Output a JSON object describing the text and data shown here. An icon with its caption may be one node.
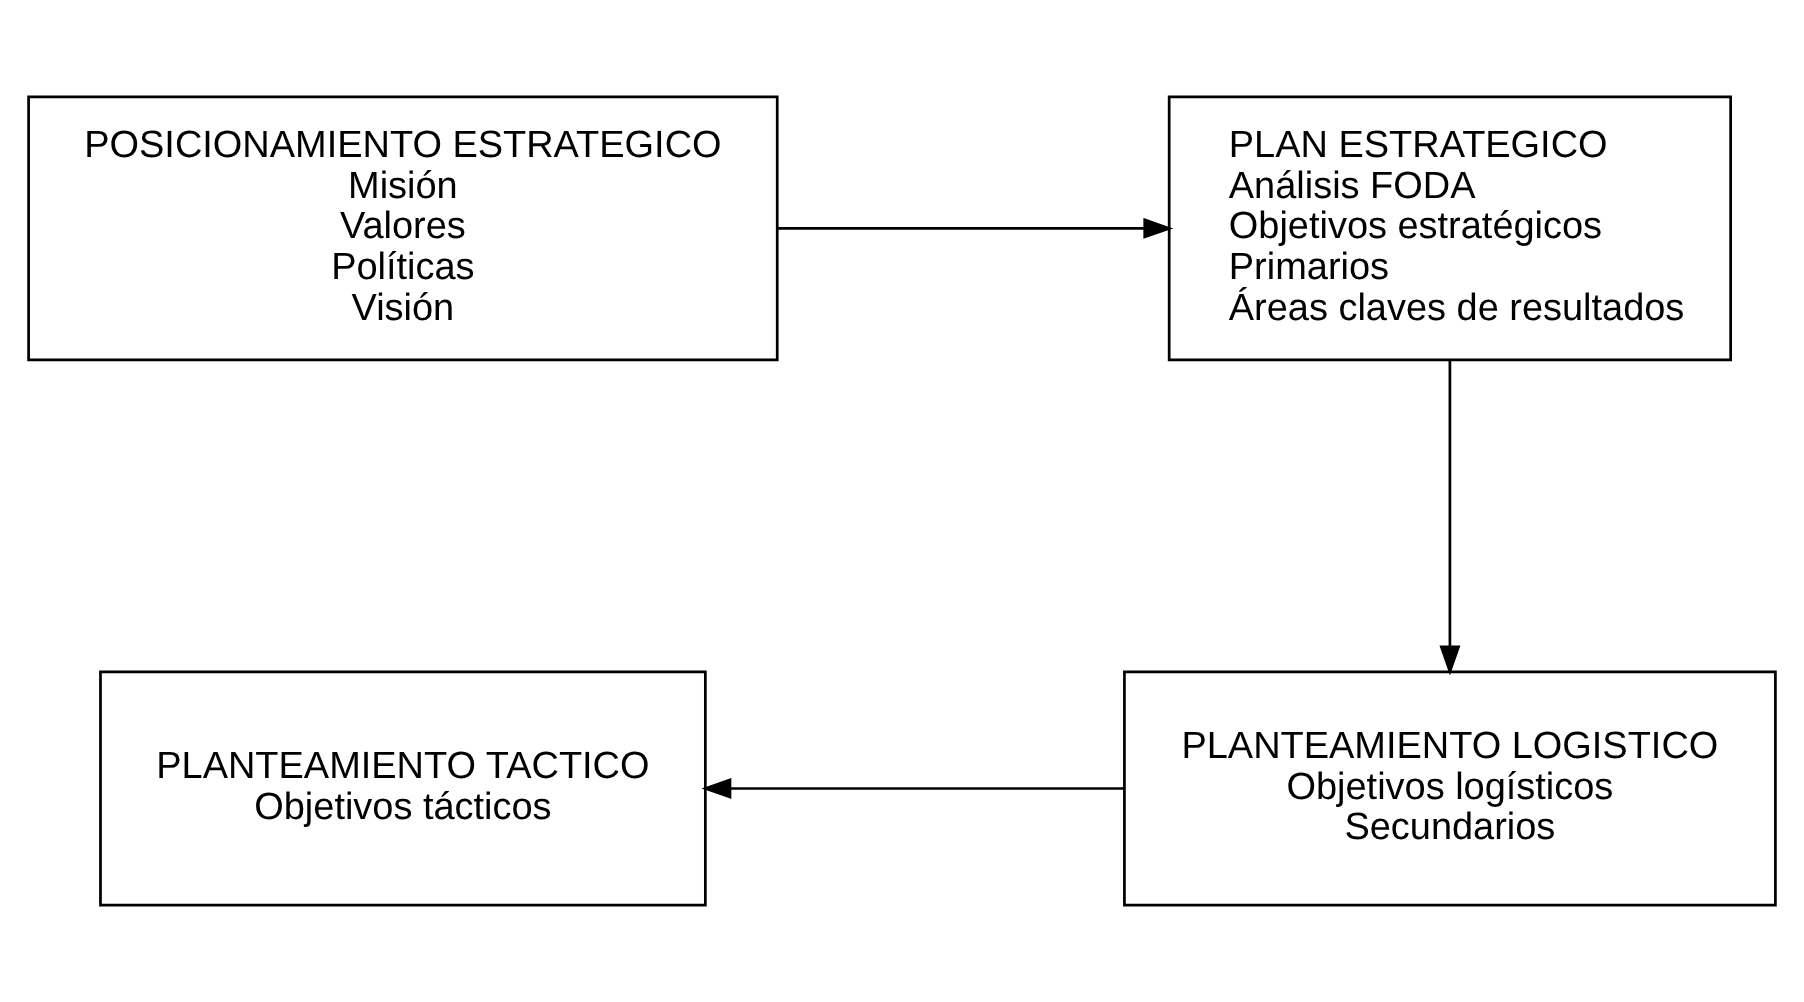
{
  "diagram": {
    "nodes": [
      {
        "text": [
          "POSICIONAMIENTO ESTRATEGICO",
          "Misión",
          "Valores",
          "Políticas",
          "Visión"
        ]
      },
      {
        "text": [
          "PLAN ESTRATEGICO",
          "Análisis FODA",
          "Objetivos estratégicos",
          "Primarios",
          "Áreas claves de resultados"
        ]
      },
      {
        "text": [
          "PLANTEAMIENTO LOGISTICO",
          "Objetivos logísticos",
          "Secundarios"
        ]
      },
      {
        "text": [
          "PLANTEAMIENTO TACTICO",
          "Objetivos tácticos"
        ]
      }
    ],
    "edges": [
      {
        "from": 0,
        "to": 1,
        "arrow": "to"
      },
      {
        "from": 1,
        "to": 2,
        "arrow": "to"
      },
      {
        "from": 2,
        "to": 3,
        "arrow": "to"
      }
    ]
  }
}
